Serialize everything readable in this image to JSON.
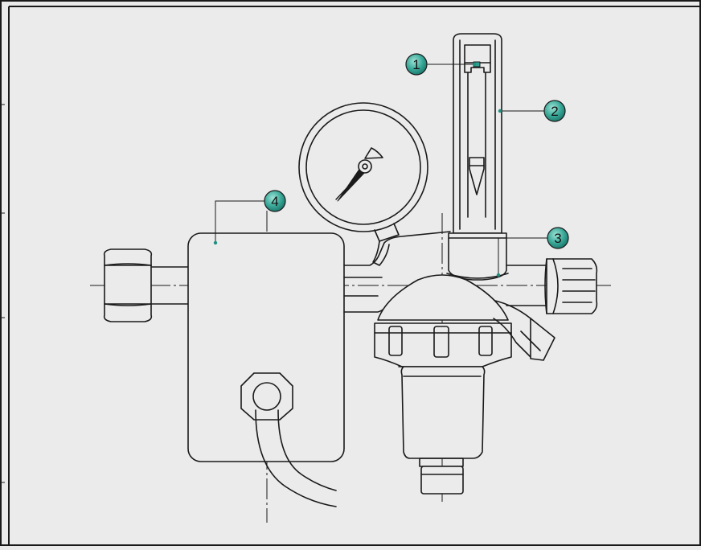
{
  "callouts": [
    {
      "number": "1",
      "label_color": "#2a9d8f"
    },
    {
      "number": "2",
      "label_color": "#2a9d8f"
    },
    {
      "number": "3",
      "label_color": "#2a9d8f"
    },
    {
      "number": "4",
      "label_color": "#2a9d8f"
    }
  ],
  "colors": {
    "background": "#ebebeb",
    "line": "#1a1a1a",
    "callout_fill": "#2e9e8e",
    "leader_dot": "#1f8f80"
  }
}
